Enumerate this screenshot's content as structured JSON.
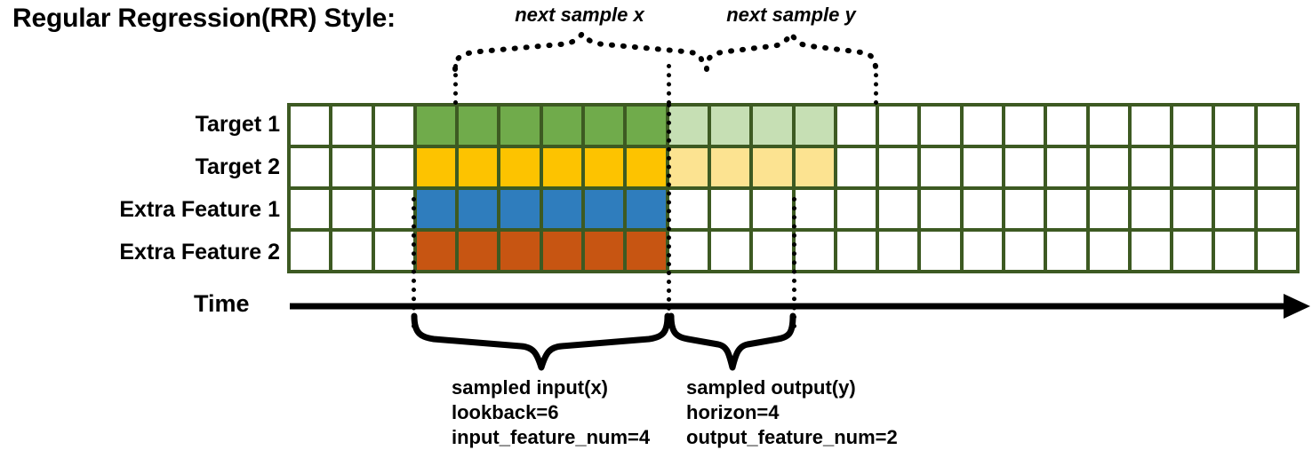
{
  "title": "Regular Regression(RR) Style:",
  "rows": [
    {
      "label": "Target 1",
      "name": "target-1"
    },
    {
      "label": "Target 2",
      "name": "target-2"
    },
    {
      "label": "Extra Feature 1",
      "name": "extra-feature-1"
    },
    {
      "label": "Extra Feature 2",
      "name": "extra-feature-2"
    }
  ],
  "grid": {
    "columns": 24,
    "rows": 4,
    "border_color": "#3d5a22",
    "empty_color": "#ffffff",
    "input_start_col": 3,
    "input_end_col": 9,
    "output_start_col": 9,
    "output_end_col": 13,
    "cells": [
      [
        "empty",
        "empty",
        "empty",
        "green",
        "green",
        "green",
        "green",
        "green",
        "green",
        "lgreen",
        "lgreen",
        "lgreen",
        "lgreen",
        "empty",
        "empty",
        "empty",
        "empty",
        "empty",
        "empty",
        "empty",
        "empty",
        "empty",
        "empty",
        "empty"
      ],
      [
        "empty",
        "empty",
        "empty",
        "yellow",
        "yellow",
        "yellow",
        "yellow",
        "yellow",
        "yellow",
        "lyellow",
        "lyellow",
        "lyellow",
        "lyellow",
        "empty",
        "empty",
        "empty",
        "empty",
        "empty",
        "empty",
        "empty",
        "empty",
        "empty",
        "empty",
        "empty"
      ],
      [
        "empty",
        "empty",
        "empty",
        "blue",
        "blue",
        "blue",
        "blue",
        "blue",
        "blue",
        "empty",
        "empty",
        "empty",
        "empty",
        "empty",
        "empty",
        "empty",
        "empty",
        "empty",
        "empty",
        "empty",
        "empty",
        "empty",
        "empty",
        "empty"
      ],
      [
        "empty",
        "empty",
        "empty",
        "orange",
        "orange",
        "orange",
        "orange",
        "orange",
        "orange",
        "empty",
        "empty",
        "empty",
        "empty",
        "empty",
        "empty",
        "empty",
        "empty",
        "empty",
        "empty",
        "empty",
        "empty",
        "empty",
        "empty",
        "empty"
      ]
    ]
  },
  "colors": {
    "green": "#70ab4b",
    "light_green": "#c6dfb4",
    "yellow": "#fdc300",
    "light_yellow": "#fce391",
    "blue": "#2f7dbd",
    "orange": "#c75512",
    "grid_border": "#3d5a22",
    "ink": "#000000"
  },
  "axis": {
    "time_label": "Time"
  },
  "top_annotations": [
    {
      "name": "next-sample-x",
      "text": "next sample x"
    },
    {
      "name": "next-sample-y",
      "text": "next sample y"
    }
  ],
  "bottom_annotations": [
    {
      "name": "sampled-input",
      "line1": "sampled input(x)",
      "line2": "lookback=6",
      "line3": "input_feature_num=4"
    },
    {
      "name": "sampled-output",
      "line1": "sampled output(y)",
      "line2": "horizon=4",
      "line3": "output_feature_num=2"
    }
  ]
}
